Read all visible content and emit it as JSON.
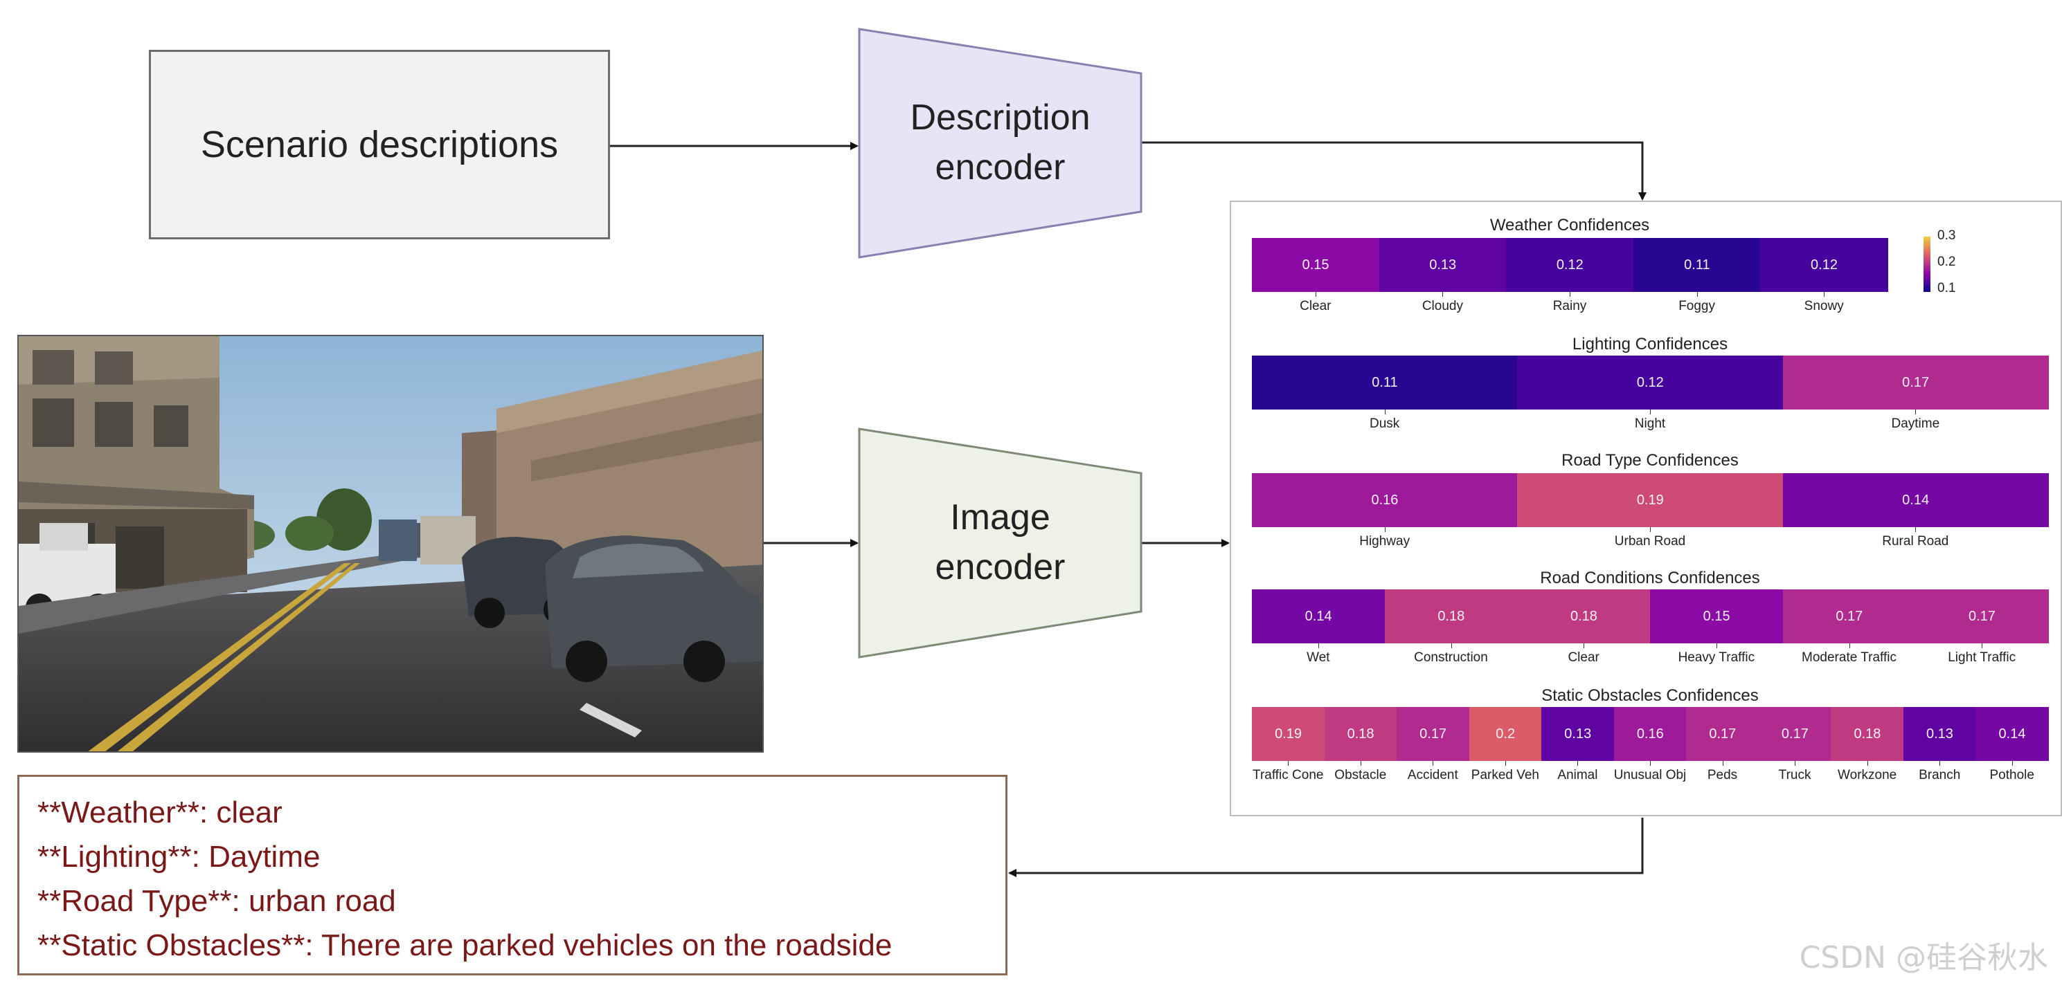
{
  "scenario_box": {
    "label": "Scenario descriptions"
  },
  "description_encoder": {
    "lines": [
      "Description",
      "encoder"
    ],
    "fill": "#e8e4f5",
    "stroke": "#8a80b0"
  },
  "image_encoder": {
    "lines": [
      "Image",
      "encoder"
    ],
    "fill": "#edf1e6",
    "stroke": "#7f8a75"
  },
  "colorbar": {
    "ticks": [
      "0.3",
      "0.2",
      "0.1"
    ],
    "range": [
      0.1,
      0.3
    ]
  },
  "heatmaps": [
    {
      "title": "Weather Confidences",
      "cells": [
        {
          "label": "Clear",
          "value": 0.15
        },
        {
          "label": "Cloudy",
          "value": 0.13
        },
        {
          "label": "Rainy",
          "value": 0.12
        },
        {
          "label": "Foggy",
          "value": 0.11
        },
        {
          "label": "Snowy",
          "value": 0.12
        }
      ]
    },
    {
      "title": "Lighting Confidences",
      "cells": [
        {
          "label": "Dusk",
          "value": 0.11
        },
        {
          "label": "Night",
          "value": 0.12
        },
        {
          "label": "Daytime",
          "value": 0.17
        }
      ]
    },
    {
      "title": "Road Type Confidences",
      "cells": [
        {
          "label": "Highway",
          "value": 0.16
        },
        {
          "label": "Urban Road",
          "value": 0.19
        },
        {
          "label": "Rural Road",
          "value": 0.14
        }
      ]
    },
    {
      "title": "Road Conditions Confidences",
      "cells": [
        {
          "label": "Wet",
          "value": 0.14
        },
        {
          "label": "Construction",
          "value": 0.18
        },
        {
          "label": "Clear",
          "value": 0.18
        },
        {
          "label": "Heavy Traffic",
          "value": 0.15
        },
        {
          "label": "Moderate Traffic",
          "value": 0.17
        },
        {
          "label": "Light Traffic",
          "value": 0.17
        }
      ]
    },
    {
      "title": "Static Obstacles Confidences",
      "cells": [
        {
          "label": "Traffic Cone",
          "value": 0.19
        },
        {
          "label": "Obstacle",
          "value": 0.18
        },
        {
          "label": "Accident",
          "value": 0.17
        },
        {
          "label": "Parked Veh",
          "value": 0.2
        },
        {
          "label": "Animal",
          "value": 0.13
        },
        {
          "label": "Unusual Obj",
          "value": 0.16
        },
        {
          "label": "Peds",
          "value": 0.17
        },
        {
          "label": "Truck",
          "value": 0.17
        },
        {
          "label": "Workzone",
          "value": 0.18
        },
        {
          "label": "Branch",
          "value": 0.13
        },
        {
          "label": "Pothole",
          "value": 0.14
        }
      ]
    }
  ],
  "output": {
    "lines": [
      "**Weather**: clear",
      "**Lighting**: Daytime",
      "**Road Type**: urban road",
      "**Static Obstacles**: There are parked vehicles on the roadside"
    ]
  },
  "watermark": "CSDN @硅谷秋水"
}
